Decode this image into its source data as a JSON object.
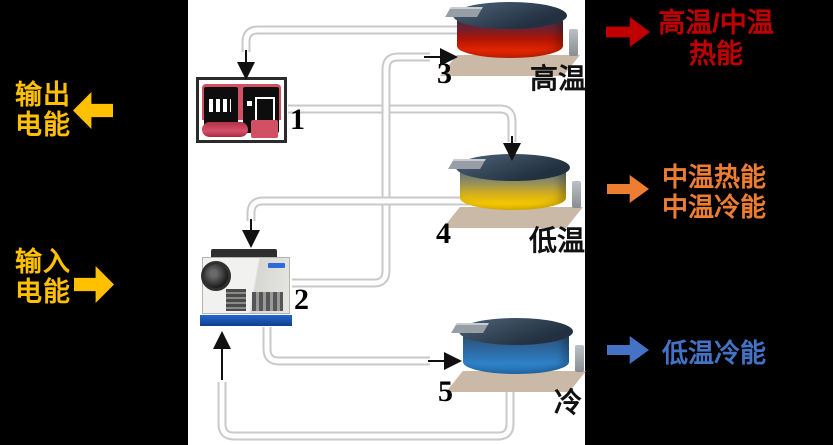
{
  "diagram_title": "energy-storage-system-schematic",
  "panel": {
    "background": "#ffffff",
    "page_background": "#000000"
  },
  "left_panel": {
    "output": {
      "line1": "输出",
      "line2": "电能",
      "color": "#FFC000",
      "arrow_direction": "left"
    },
    "input": {
      "line1": "输入",
      "line2": "电能",
      "color": "#FFC000",
      "arrow_direction": "right"
    }
  },
  "components": [
    {
      "number": "1",
      "name": "generator-unit"
    },
    {
      "number": "2",
      "name": "heat-pump-unit"
    }
  ],
  "tanks": [
    {
      "number": "3",
      "label": "高温",
      "type": "hot",
      "body_color_bottom": "#e42600"
    },
    {
      "number": "4",
      "label": "低温",
      "type": "medium",
      "body_color_bottom": "#f7c800"
    },
    {
      "number": "5",
      "label": "冷",
      "type": "cold",
      "body_color_bottom": "#2f82c8"
    }
  ],
  "annotations": [
    {
      "lines": [
        "高温/中温",
        "热能"
      ],
      "color": "#C00000"
    },
    {
      "lines": [
        "中温热能",
        "中温冷能"
      ],
      "color": "#ED7D31"
    },
    {
      "lines": [
        "低温冷能"
      ],
      "color": "#4472C4"
    }
  ],
  "connections": [
    {
      "from": "tank-3",
      "to": "unit-1"
    },
    {
      "from": "unit-1",
      "to": "tank-4"
    },
    {
      "from": "unit-2",
      "to": "tank-3"
    },
    {
      "from": "tank-4",
      "to": "unit-2"
    },
    {
      "from": "tank-5",
      "to": "unit-2"
    },
    {
      "from": "unit-2",
      "to": "tank-5"
    }
  ]
}
